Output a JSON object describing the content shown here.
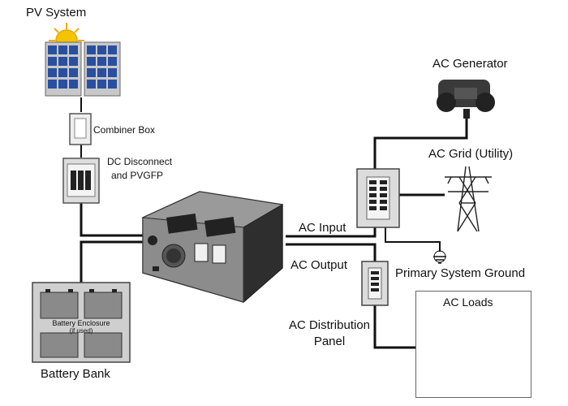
{
  "labels": {
    "pv_system": "PV System",
    "combiner_box": "Combiner Box",
    "dc_disconnect_1": "DC Disconnect",
    "dc_disconnect_2": "and PVGFP",
    "ac_generator": "AC Generator",
    "ac_grid": "AC Grid (Utility)",
    "ac_input": "AC Input",
    "ac_output": "AC Output",
    "primary_ground": "Primary System Ground",
    "ac_distribution_1": "AC Distribution",
    "ac_distribution_2": "Panel",
    "ac_loads": "AC Loads",
    "battery_bank": "Battery Bank",
    "battery_enclosure_1": "Battery Enclosure",
    "battery_enclosure_2": "(if used)"
  },
  "colors": {
    "wire": "#111111",
    "sun": "#f5c400",
    "panel": "#2a4fa0",
    "device": "#5a5a5a"
  },
  "icons": [
    "sun-icon",
    "solar-panel-icon",
    "combiner-box-icon",
    "dc-disconnect-icon",
    "inverter-icon",
    "generator-icon",
    "transmission-tower-icon",
    "breaker-panel-icon",
    "ground-symbol-icon",
    "distribution-panel-icon",
    "air-conditioner-icon",
    "ceiling-fan-icon",
    "coffee-maker-icon",
    "lamp-icon",
    "battery-icon"
  ]
}
